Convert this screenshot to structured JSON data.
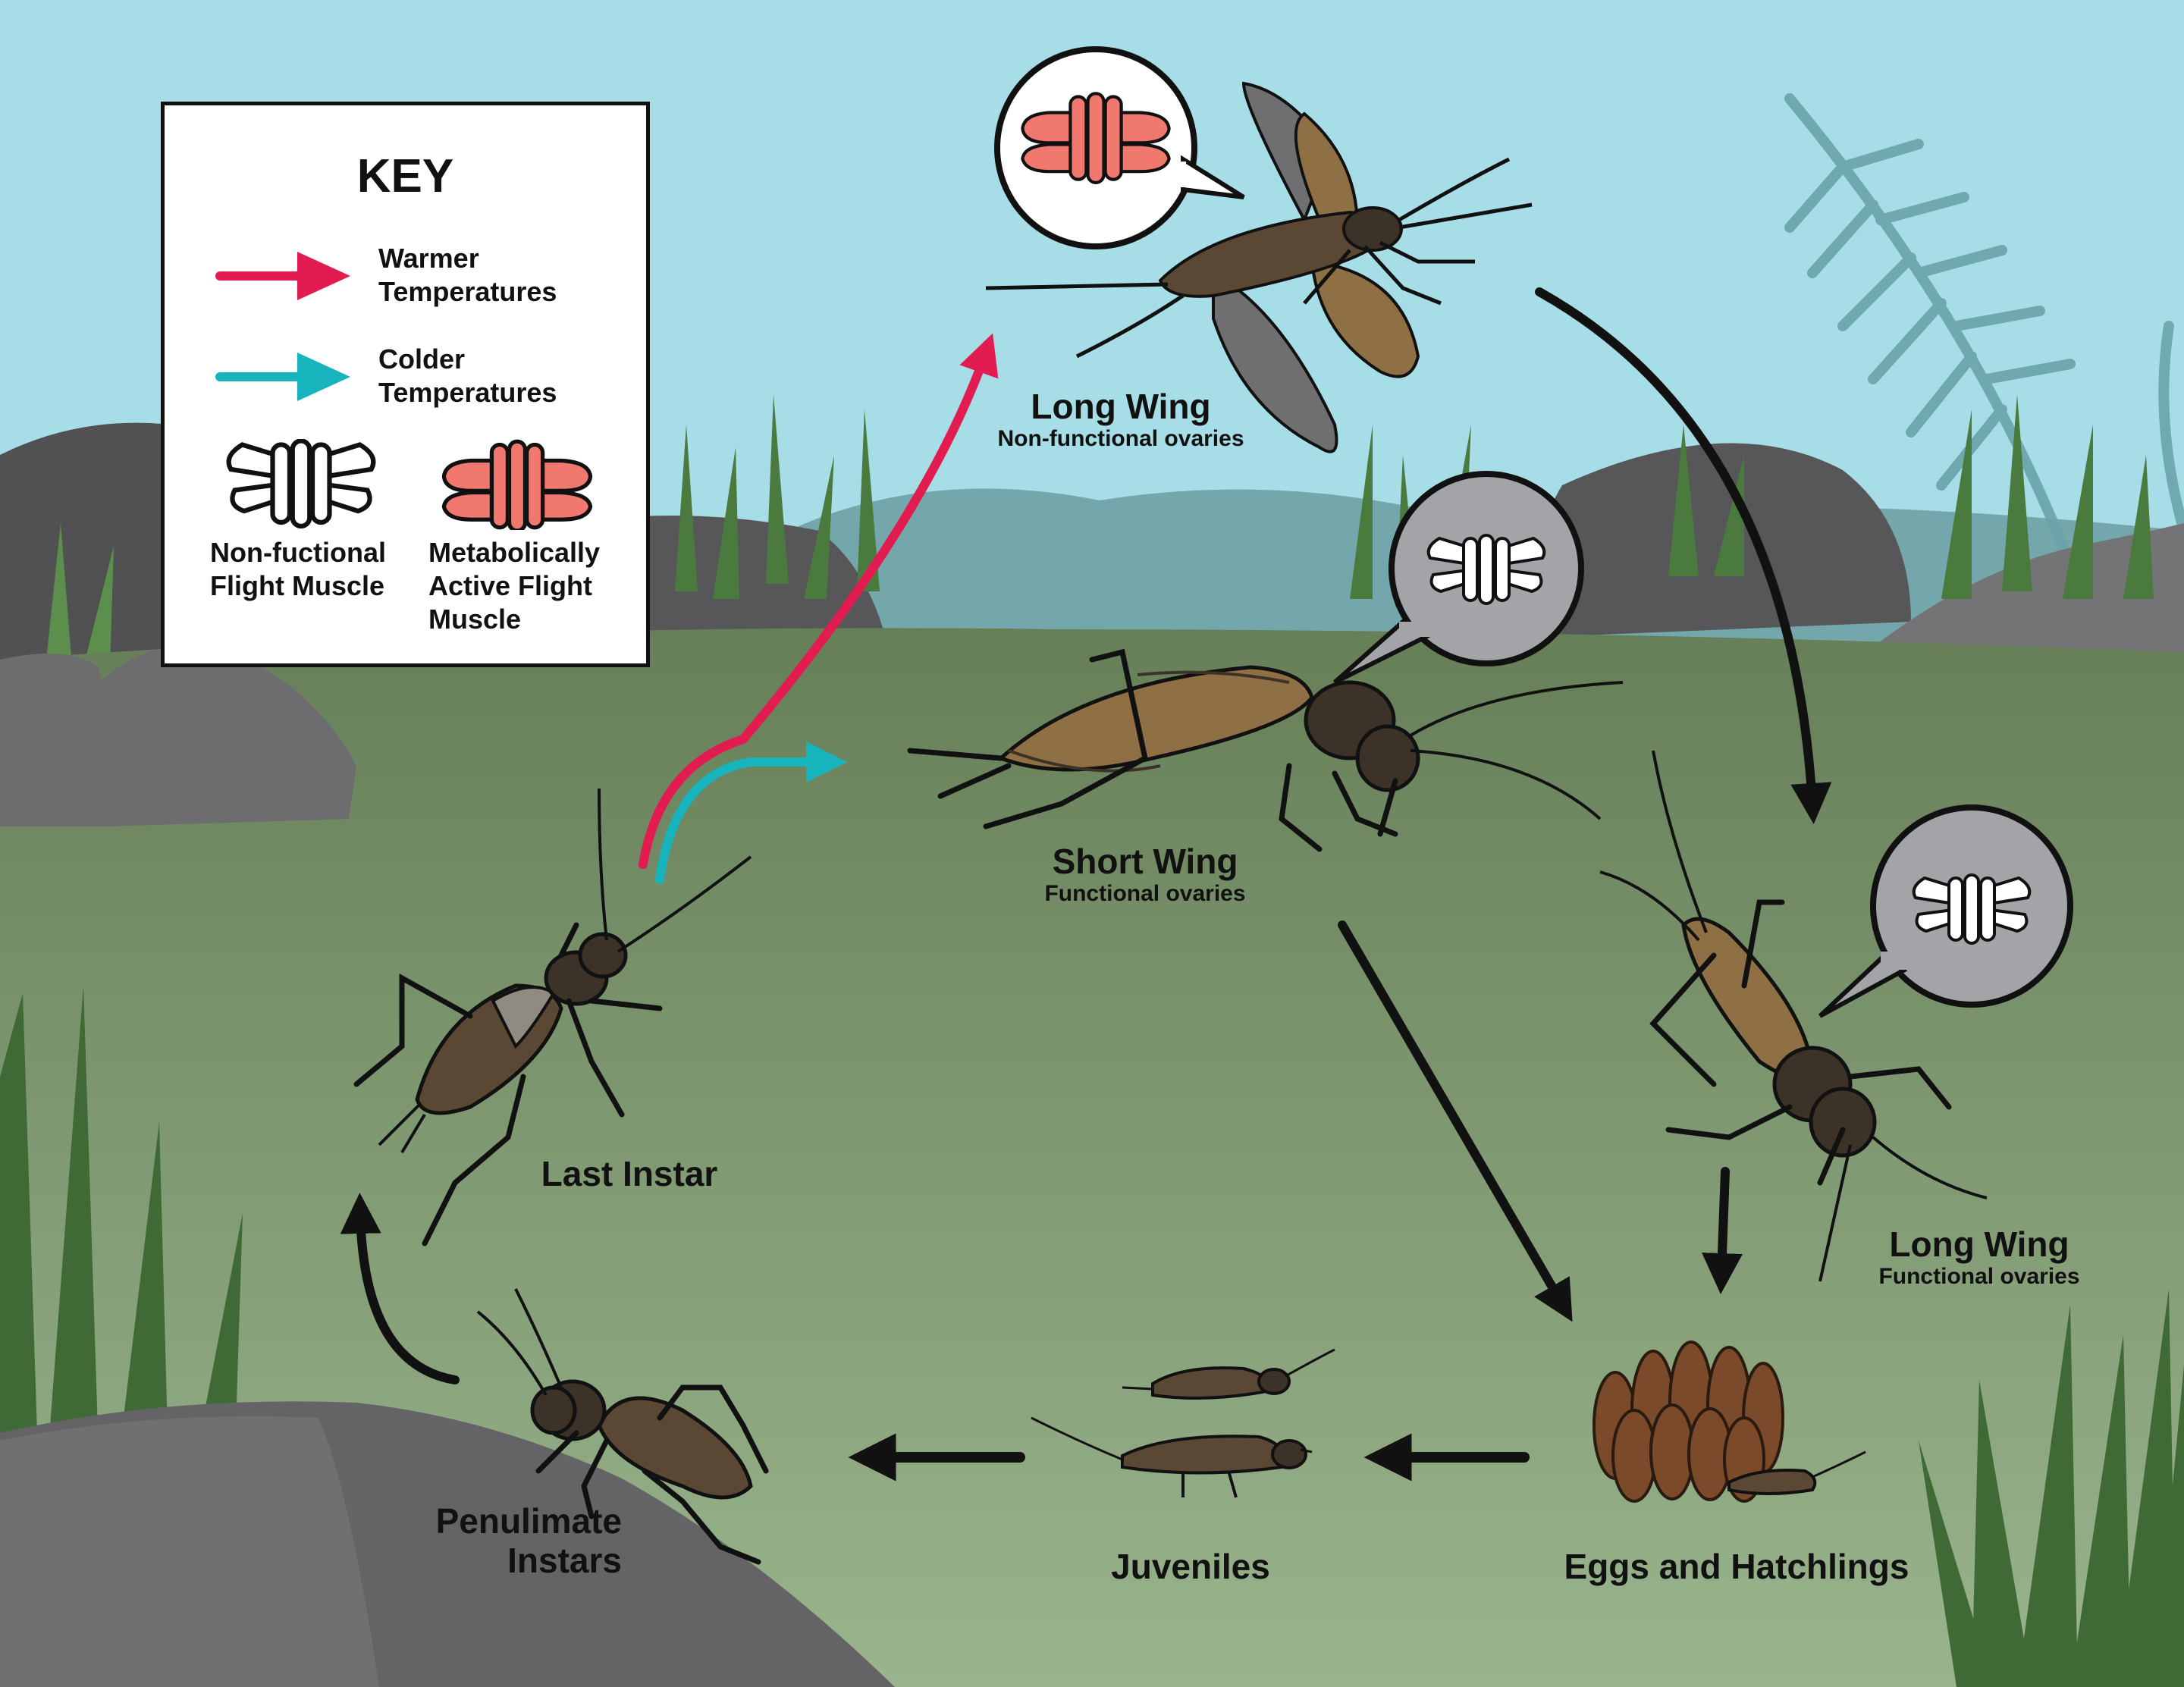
{
  "key": {
    "title": "KEY",
    "warmer": {
      "line1": "Warmer",
      "line2": "Temperatures",
      "color": "#e21b50"
    },
    "colder": {
      "line1": "Colder",
      "line2": "Temperatures",
      "color": "#17b4bd"
    },
    "nonfunctional": {
      "line1": "Non-fuctional",
      "line2": "Flight Muscle"
    },
    "active": {
      "line1": "Metabolically",
      "line2": "Active Flight",
      "line3": "Muscle"
    }
  },
  "stages": {
    "long_wing_nonfunctional": {
      "title": "Long Wing",
      "subtitle": "Non-functional ovaries"
    },
    "short_wing": {
      "title": "Short Wing",
      "subtitle": "Functional ovaries"
    },
    "long_wing_functional": {
      "title": "Long Wing",
      "subtitle": "Functional ovaries"
    },
    "last_instar": {
      "title": "Last Instar"
    },
    "penultimate": {
      "line1": "Penulimate",
      "line2": "Instars"
    },
    "juveniles": {
      "title": "Juveniles"
    },
    "eggs": {
      "title": "Eggs and Hatchlings"
    }
  },
  "colors": {
    "warmer": "#e21b50",
    "colder": "#17b4bd",
    "active_muscle": "#f0786e",
    "nonfunctional_muscle": "#ffffff",
    "sky": "#a7dde6",
    "ground": "#6e875f",
    "rock": "#5f5f61",
    "cricket_body": "#3d3228",
    "cricket_wing": "#8f6f44"
  }
}
